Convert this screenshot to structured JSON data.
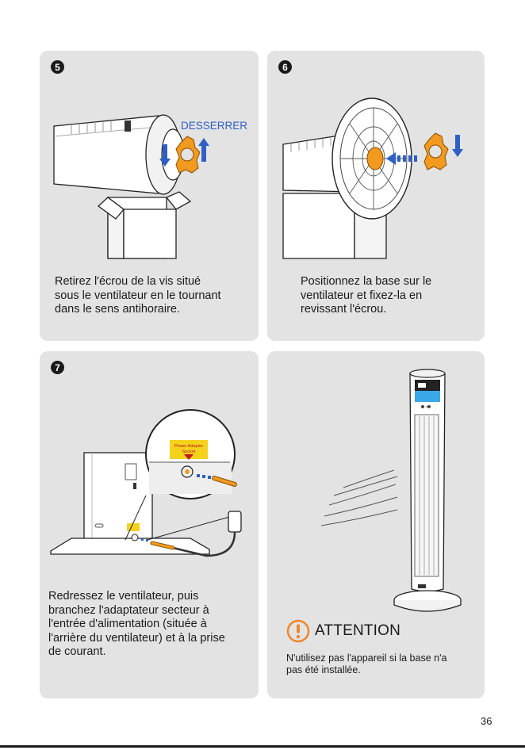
{
  "steps": [
    {
      "number": "5",
      "label": "DESSERRER",
      "caption": "Retirez l'écrou de la vis situé\nsous le ventilateur en le tournant\ndans le sens antihoraire."
    },
    {
      "number": "6",
      "caption": "Positionnez la base sur le\nventilateur et fixez-la en\nrevissant l'écrou."
    },
    {
      "number": "7",
      "socket_label_line1": "Power Adapter",
      "socket_label_line2": "Socket",
      "caption": "Redressez le ventilateur, puis\nbranchez l'adaptateur secteur à\nl'entrée d'alimentation (située à\nl'arrière du ventilateur) et à la prise\nde courant."
    }
  ],
  "attention": {
    "icon": "exclamation-circle-icon",
    "title": "ATTENTION",
    "text": "N'utilisez pas l'appareil si la base n'a\npas été installée."
  },
  "page_number": "36",
  "colors": {
    "panel": "#e3e3e3",
    "arrow_blue": "#2f5fc4",
    "nut_orange": "#f29a1f",
    "attention_orange": "#f0862a",
    "display_blue": "#3aa8e8"
  }
}
